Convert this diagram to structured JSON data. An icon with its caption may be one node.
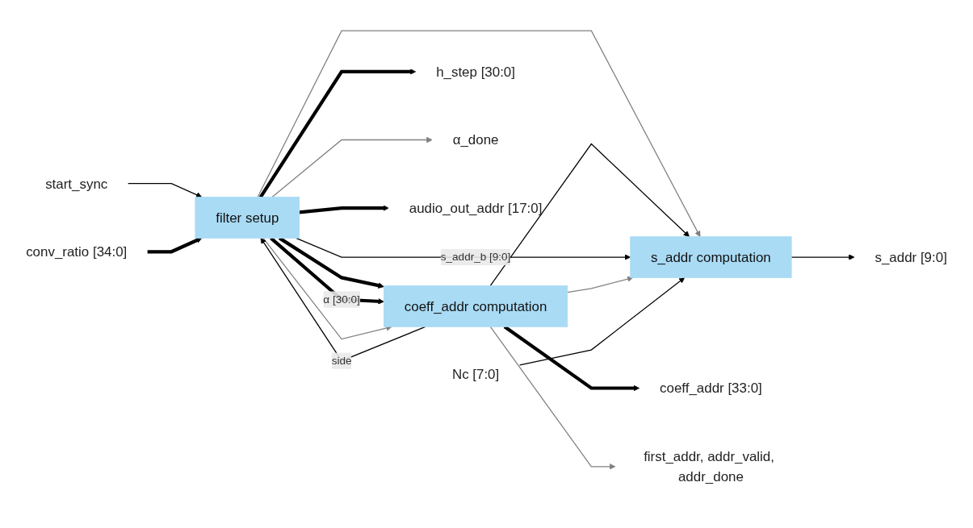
{
  "diagram": {
    "nodes": [
      {
        "text": [
          "filter setup"
        ]
      },
      {
        "text": [
          "coeff_addr computation"
        ]
      },
      {
        "text": [
          "s_addr computation"
        ]
      },
      {
        "text": [
          "h_step [30:0]"
        ]
      },
      {
        "text": [
          "coeff_addr [33:0]"
        ]
      },
      {
        "text": [
          "first_addr, addr_valid, addr_done"
        ]
      },
      {
        "text": [
          "start_sync"
        ]
      },
      {
        "text": [
          "α_done"
        ]
      },
      {
        "text": [
          "conv_ratio [34:0]"
        ]
      },
      {
        "text": [
          "audio_out_addr [17:0]"
        ]
      },
      {
        "text": [
          "s_addr [9:0]"
        ]
      },
      {
        "text": [
          "Nc [7:0]"
        ]
      }
    ],
    "edges": [
      {
        "from": 6,
        "to": 0,
        "arrow": "to"
      },
      {
        "from": 8,
        "to": 0,
        "arrow": "to",
        "style": "thick"
      },
      {
        "from": 0,
        "to": 3,
        "arrow": "to",
        "style": "thick"
      },
      {
        "from": 0,
        "to": 1,
        "arrow": "to",
        "style": "thick"
      },
      {
        "from": 0,
        "to": 1,
        "label": "α [30:0]",
        "arrow": "to",
        "style": "thick"
      },
      {
        "from": 0,
        "to": 7,
        "arrow": "to",
        "color": "#808080"
      },
      {
        "from": 0,
        "to": 1,
        "arrow": "to",
        "color": "#808080"
      },
      {
        "from": 0,
        "to": 2,
        "arrow": "to",
        "color": "#808080"
      },
      {
        "from": 1,
        "to": 0,
        "label": "side",
        "arrow": "to"
      },
      {
        "from": 1,
        "to": 2,
        "arrow": "to"
      },
      {
        "from": 0,
        "to": 9,
        "arrow": "to",
        "style": "thick"
      },
      {
        "from": 0,
        "to": 2,
        "label": "s_addr_b [9:0]",
        "arrow": "to"
      },
      {
        "from": 1,
        "to": 4,
        "arrow": "to",
        "style": "thick"
      },
      {
        "from": 1,
        "to": 5,
        "arrow": "to",
        "color": "#808080"
      },
      {
        "from": 1,
        "to": 2,
        "arrow": "to",
        "color": "#808080"
      },
      {
        "from": 2,
        "to": 10,
        "arrow": "to"
      },
      {
        "from": 11,
        "to": 2,
        "arrow": "to"
      }
    ]
  }
}
